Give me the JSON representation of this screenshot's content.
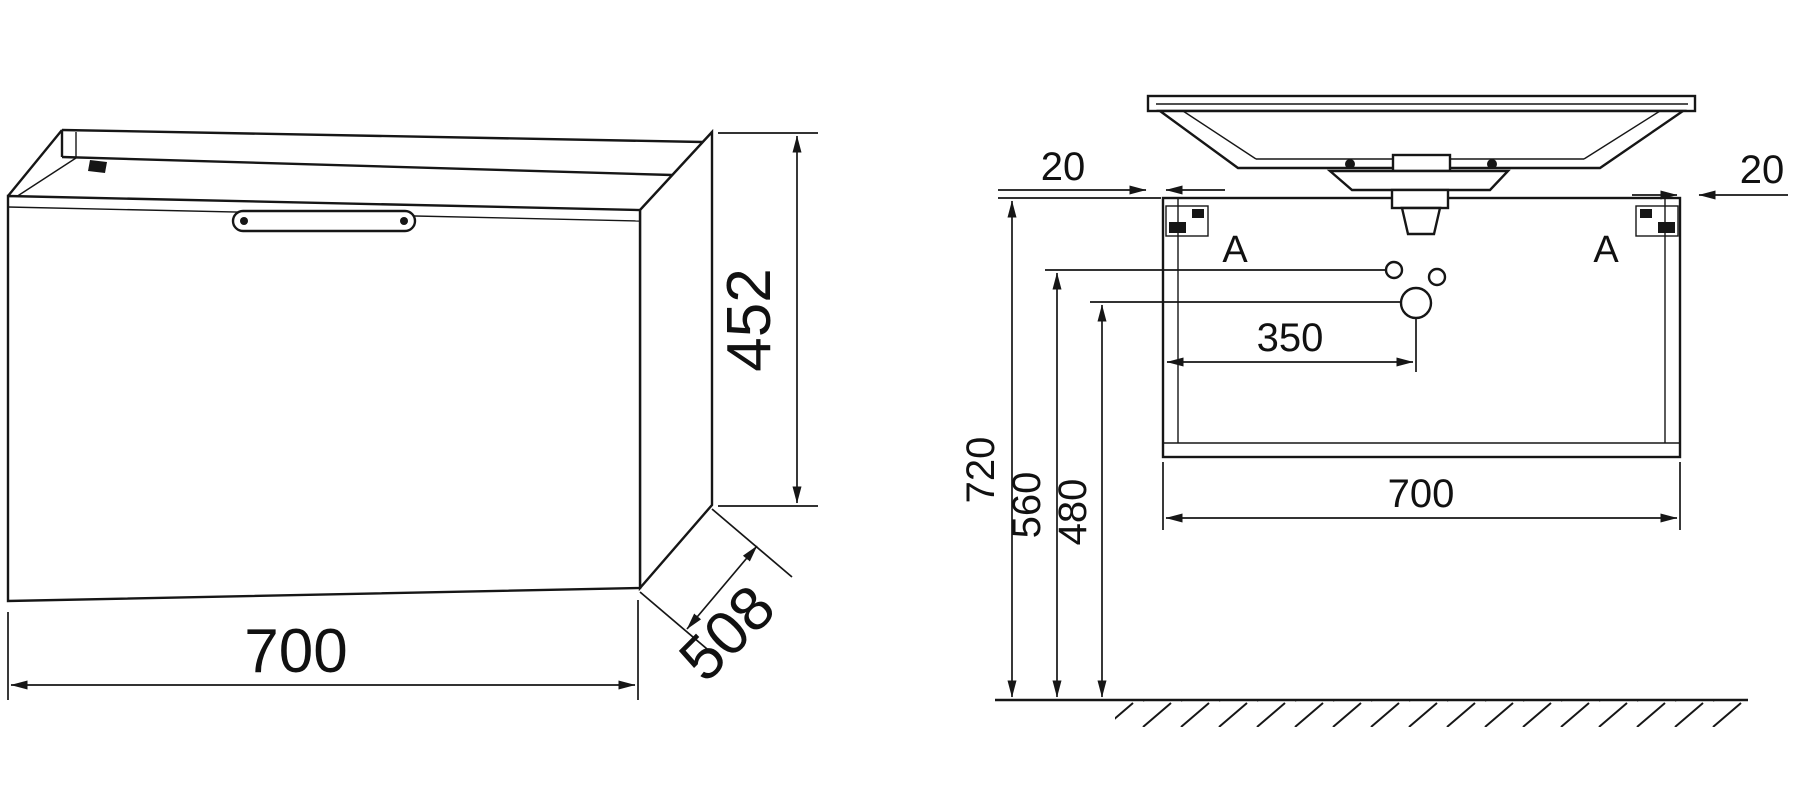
{
  "colors": {
    "line": "#161616",
    "background": "#ffffff"
  },
  "views": {
    "isometric": {
      "description": "vanity cabinet isometric view",
      "dims": {
        "width": "700",
        "height": "452",
        "depth": "508"
      }
    },
    "front": {
      "description": "vanity with washbasin front elevation",
      "dims": {
        "overhang_left": "20",
        "overhang_right": "20",
        "basin_center_offset": "350",
        "cabinet_width": "700",
        "height_top": "720",
        "height_holes": "560",
        "height_drain": "480"
      },
      "bracket_left": "A",
      "bracket_right": "A"
    }
  }
}
